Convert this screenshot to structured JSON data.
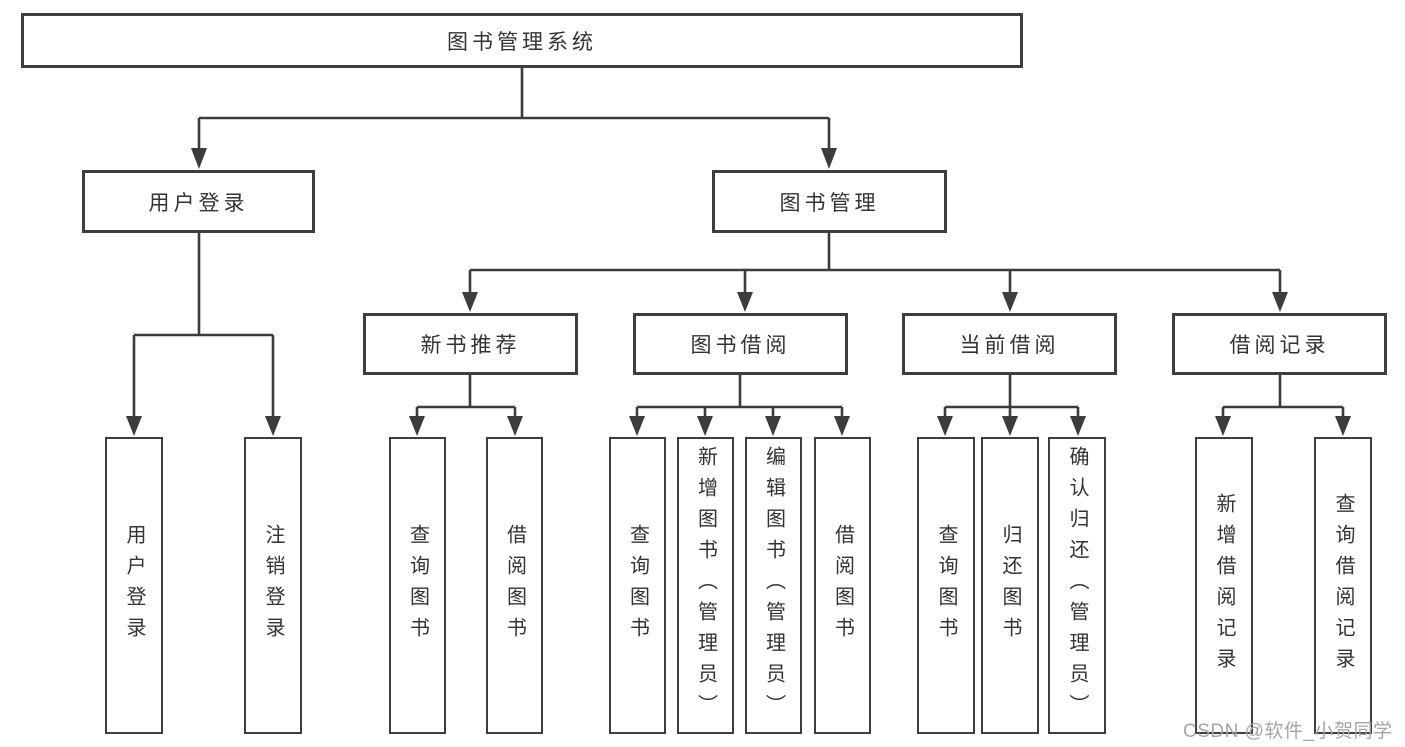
{
  "diagram": {
    "root": {
      "label": "图书管理系统"
    },
    "level2": [
      {
        "label": "用户登录"
      },
      {
        "label": "图书管理"
      }
    ],
    "level3": [
      {
        "label": "新书推荐"
      },
      {
        "label": "图书借阅"
      },
      {
        "label": "当前借阅"
      },
      {
        "label": "借阅记录"
      }
    ],
    "leaves": {
      "user_login": [
        {
          "label": "用户登录"
        },
        {
          "label": "注销登录"
        }
      ],
      "new_book": [
        {
          "label": "查询图书"
        },
        {
          "label": "借阅图书"
        }
      ],
      "book_borrow": [
        {
          "label": "查询图书"
        },
        {
          "label": "新增图书（管理员）"
        },
        {
          "label": "编辑图书（管理员）"
        },
        {
          "label": "借阅图书"
        }
      ],
      "current_borrow": [
        {
          "label": "查询图书"
        },
        {
          "label": "归还图书"
        },
        {
          "label": "确认归还（管理员）"
        }
      ],
      "borrow_record": [
        {
          "label": "新增借阅记录"
        },
        {
          "label": "查询借阅记录"
        }
      ]
    }
  },
  "watermark": {
    "text": "CSDN @软件_小贺同学"
  },
  "colors": {
    "line": "#3b3c3e",
    "box_border": "#3d3e40",
    "text": "#333333",
    "watermark": "#a5a5a5",
    "background": "#ffffff"
  }
}
